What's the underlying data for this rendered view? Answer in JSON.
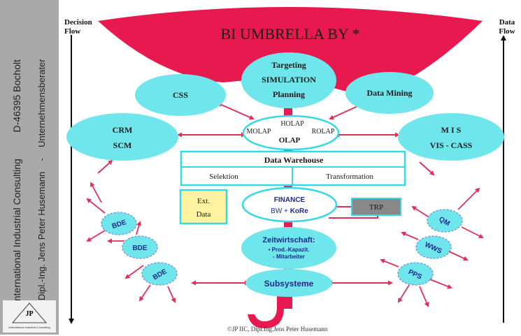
{
  "sidebar": {
    "line1_left": "JP  International Industrial Consulting",
    "line1_right": "D-46395 Bocholt",
    "line2_left": "Dipl.-Ing. Jens Peter Husemann",
    "line2_sep": "-",
    "line2_right": "Unternehmensberater",
    "logo_text": "JP",
    "logo_caption": "International Industrial Consulting"
  },
  "flow": {
    "decision_line1": "Decision",
    "decision_line2": "Flow",
    "data_line1": "Data",
    "data_line2": "Flow"
  },
  "umbrella_title": "BI  UMBRELLA BY *",
  "nodes": {
    "targeting": [
      "Targeting",
      "SIMULATION",
      "Planning"
    ],
    "css": "CSS",
    "data_mining": "Data Mining",
    "crm": [
      "CRM",
      "SCM"
    ],
    "mis": [
      "M I S",
      "VIS - CASS"
    ],
    "olap": {
      "holap": "HOLAP",
      "molap": "MOLAP",
      "rolap": "ROLAP",
      "olap": "OLAP"
    },
    "dwh": {
      "title": "Data Warehouse",
      "selektion": "Selektion",
      "transformation": "Transformation"
    },
    "ext_data": [
      "Ext.",
      "Data"
    ],
    "finance": {
      "title": "FINANCE",
      "bw": "BW + ",
      "kore": "KoRe"
    },
    "trp": "TRP",
    "zeit": {
      "title": "Zeitwirtschaft:",
      "item1": "• Prod.-Kapazit.",
      "item2": "- Mitarbeiter"
    },
    "subsysteme": "Subsysteme",
    "bde1": "BDE",
    "bde2": "BDE",
    "bde3": "BDE",
    "qm": "QM",
    "wws": "WWS",
    "pps": "PPS"
  },
  "footer": "©JP IIC, Dipl.Ing.Jens Peter Husemann",
  "colors": {
    "umbrella": "#e8194f",
    "bubble": "#6ee6ec",
    "box_border": "#35d9e6",
    "arrow": "#e0305a",
    "ext_fill": "#fff2a0",
    "trp_fill": "#888888",
    "sidebar": "#a9a9a9"
  }
}
